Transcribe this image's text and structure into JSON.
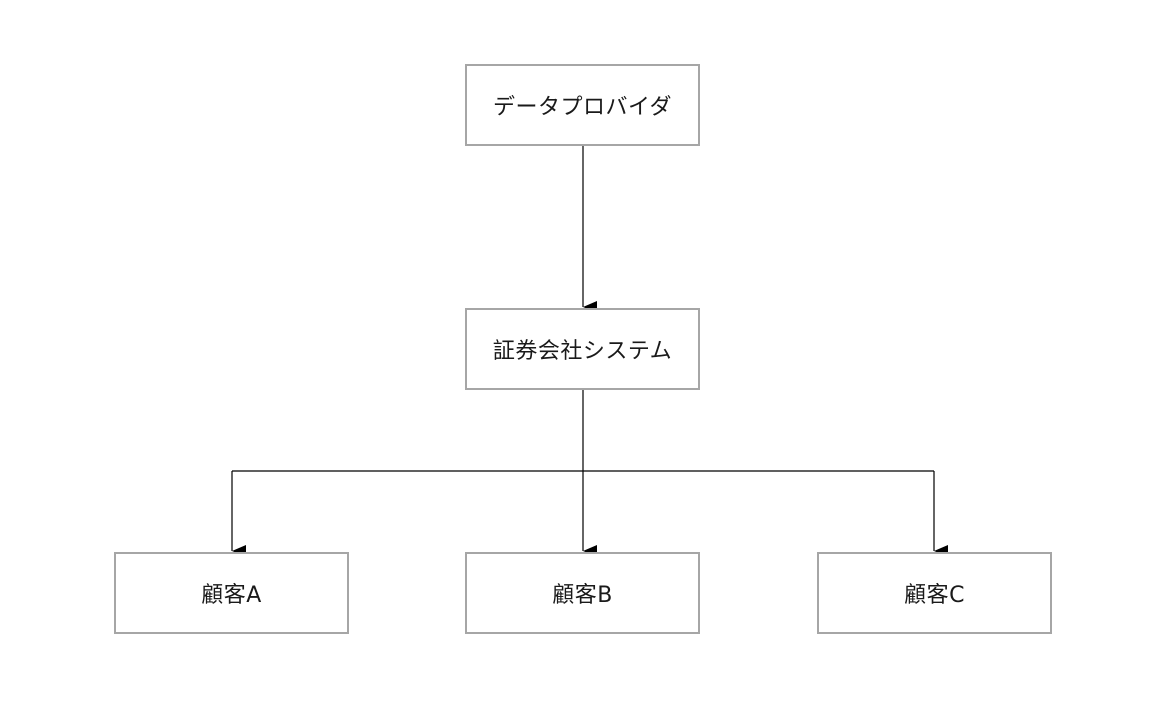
{
  "diagram": {
    "nodes": {
      "provider": "データプロバイダ",
      "system": "証券会社システム",
      "customer_a": "顧客A",
      "customer_b": "顧客B",
      "customer_c": "顧客C"
    },
    "colors": {
      "box_border": "#a6a6a6",
      "connector": "#000000",
      "text": "#1a1a1a"
    }
  }
}
